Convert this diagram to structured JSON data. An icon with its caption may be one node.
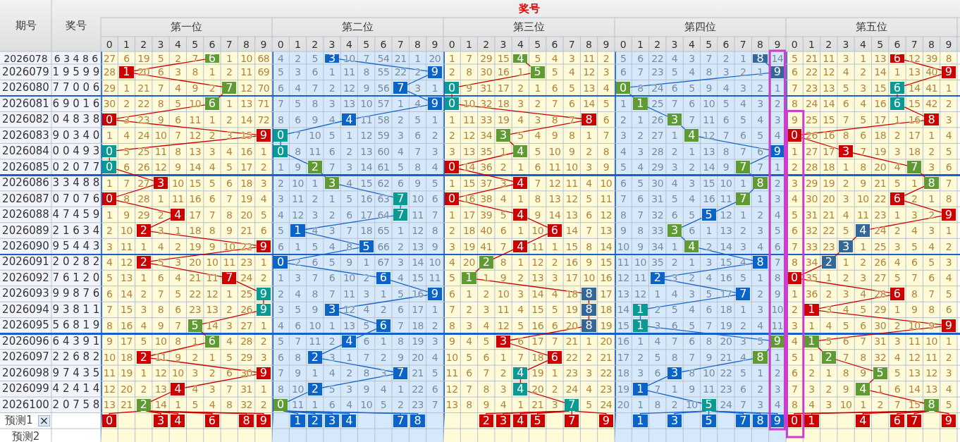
{
  "diagram": {
    "nodes": [
      {
        "text": [
          "6"
        ]
      },
      {
        "text": [
          "3"
        ]
      },
      {
        "text": [
          "4"
        ]
      },
      {
        "text": [
          "8"
        ]
      },
      {
        "text": [
          "6"
        ]
      },
      {
        "text": [
          "1"
        ]
      },
      {
        "text": [
          "9"
        ]
      },
      {
        "text": [
          "5"
        ]
      },
      {
        "text": [
          "9"
        ]
      },
      {
        "text": [
          "9"
        ]
      },
      {
        "text": [
          "7"
        ]
      },
      {
        "text": [
          "7"
        ]
      },
      {
        "text": [
          "0"
        ]
      },
      {
        "text": [
          "0"
        ]
      },
      {
        "text": [
          "6"
        ]
      },
      {
        "text": [
          "6"
        ]
      },
      {
        "text": [
          "9"
        ]
      },
      {
        "text": [
          "0"
        ]
      },
      {
        "text": [
          "1"
        ]
      },
      {
        "text": [
          "6"
        ]
      },
      {
        "text": [
          "0"
        ]
      },
      {
        "text": [
          "4"
        ]
      },
      {
        "text": [
          "8"
        ]
      },
      {
        "text": [
          "3"
        ]
      },
      {
        "text": [
          "8"
        ]
      },
      {
        "text": [
          "9"
        ]
      },
      {
        "text": [
          "0"
        ]
      },
      {
        "text": [
          "3"
        ]
      },
      {
        "text": [
          "4"
        ]
      },
      {
        "text": [
          "0"
        ]
      },
      {
        "text": [
          "0"
        ]
      },
      {
        "text": [
          "0"
        ]
      },
      {
        "text": [
          "4"
        ]
      },
      {
        "text": [
          "9"
        ]
      },
      {
        "text": [
          "3"
        ]
      },
      {
        "text": [
          "0"
        ]
      },
      {
        "text": [
          "2"
        ]
      },
      {
        "text": [
          "0"
        ]
      },
      {
        "text": [
          "7"
        ]
      },
      {
        "text": [
          "7"
        ]
      },
      {
        "text": [
          "3"
        ]
      },
      {
        "text": [
          "3"
        ]
      },
      {
        "text": [
          "4"
        ]
      },
      {
        "text": [
          "8"
        ]
      },
      {
        "text": [
          "8"
        ]
      },
      {
        "text": [
          "0"
        ]
      },
      {
        "text": [
          "7"
        ]
      },
      {
        "text": [
          "0"
        ]
      },
      {
        "text": [
          "7"
        ]
      },
      {
        "text": [
          "6"
        ]
      },
      {
        "text": [
          "4"
        ]
      },
      {
        "text": [
          "7"
        ]
      },
      {
        "text": [
          "4"
        ]
      },
      {
        "text": [
          "5"
        ]
      },
      {
        "text": [
          "9"
        ]
      },
      {
        "text": [
          "2"
        ]
      },
      {
        "text": [
          "1"
        ]
      },
      {
        "text": [
          "6"
        ]
      },
      {
        "text": [
          "3"
        ]
      },
      {
        "text": [
          "4"
        ]
      },
      {
        "text": [
          "9"
        ]
      },
      {
        "text": [
          "5"
        ]
      },
      {
        "text": [
          "4"
        ]
      },
      {
        "text": [
          "4"
        ]
      },
      {
        "text": [
          "3"
        ]
      },
      {
        "text": [
          "2"
        ]
      },
      {
        "text": [
          "0"
        ]
      },
      {
        "text": [
          "2"
        ]
      },
      {
        "text": [
          "8"
        ]
      },
      {
        "text": [
          "2"
        ]
      },
      {
        "text": [
          "7"
        ]
      },
      {
        "text": [
          "6"
        ]
      },
      {
        "text": [
          "1"
        ]
      },
      {
        "text": [
          "2"
        ]
      },
      {
        "text": [
          "0"
        ]
      },
      {
        "text": [
          "9"
        ]
      },
      {
        "text": [
          "9"
        ]
      },
      {
        "text": [
          "8"
        ]
      },
      {
        "text": [
          "7"
        ]
      },
      {
        "text": [
          "6"
        ]
      },
      {
        "text": [
          "9"
        ]
      },
      {
        "text": [
          "3"
        ]
      },
      {
        "text": [
          "8"
        ]
      },
      {
        "text": [
          "1"
        ]
      },
      {
        "text": [
          "1"
        ]
      },
      {
        "text": [
          "5"
        ]
      },
      {
        "text": [
          "6"
        ]
      },
      {
        "text": [
          "8"
        ]
      },
      {
        "text": [
          "1"
        ]
      },
      {
        "text": [
          "9"
        ]
      },
      {
        "text": [
          "6"
        ]
      },
      {
        "text": [
          "4"
        ]
      },
      {
        "text": [
          "3"
        ]
      },
      {
        "text": [
          "9"
        ]
      },
      {
        "text": [
          "1"
        ]
      },
      {
        "text": [
          "2"
        ]
      },
      {
        "text": [
          "2"
        ]
      },
      {
        "text": [
          "6"
        ]
      },
      {
        "text": [
          "8"
        ]
      },
      {
        "text": [
          "2"
        ]
      },
      {
        "text": [
          "9"
        ]
      },
      {
        "text": [
          "7"
        ]
      },
      {
        "text": [
          "4"
        ]
      },
      {
        "text": [
          "3"
        ]
      },
      {
        "text": [
          "5"
        ]
      },
      {
        "text": [
          "4"
        ]
      },
      {
        "text": [
          "2"
        ]
      },
      {
        "text": [
          "4"
        ]
      },
      {
        "text": [
          "1"
        ]
      },
      {
        "text": [
          "4"
        ]
      },
      {
        "text": [
          "2"
        ]
      },
      {
        "text": [
          "0"
        ]
      },
      {
        "text": [
          "7"
        ]
      },
      {
        "text": [
          "5"
        ]
      },
      {
        "text": [
          "8"
        ]
      },
      {
        "text": [
          "0"
        ]
      },
      {
        "text": [
          "3"
        ]
      },
      {
        "text": [
          "4"
        ]
      },
      {
        "text": [
          "6"
        ]
      },
      {
        "text": [
          "8"
        ]
      },
      {
        "text": [
          "9"
        ]
      },
      {
        "text": [
          "1"
        ]
      },
      {
        "text": [
          "2"
        ]
      },
      {
        "text": [
          "3"
        ]
      },
      {
        "text": [
          "4"
        ]
      },
      {
        "text": [
          "7"
        ]
      },
      {
        "text": [
          "8"
        ]
      },
      {
        "text": [
          "2"
        ]
      },
      {
        "text": [
          "3"
        ]
      },
      {
        "text": [
          "4"
        ]
      },
      {
        "text": [
          "5"
        ]
      },
      {
        "text": [
          "7"
        ]
      },
      {
        "text": [
          "9"
        ]
      },
      {
        "text": [
          "1"
        ]
      },
      {
        "text": [
          "3"
        ]
      },
      {
        "text": [
          "5"
        ]
      },
      {
        "text": [
          "7"
        ]
      },
      {
        "text": [
          "8"
        ]
      },
      {
        "text": [
          "9"
        ]
      },
      {
        "text": [
          "0"
        ]
      },
      {
        "text": [
          "1"
        ]
      },
      {
        "text": [
          "4"
        ]
      },
      {
        "text": [
          "6"
        ]
      },
      {
        "text": [
          "7"
        ]
      },
      {
        "text": [
          "9"
        ]
      }
    ],
    "edges": [
      {
        "from": 0,
        "to": 5,
        "arrow": "none"
      },
      {
        "from": 1,
        "to": 6,
        "arrow": "none",
        "color": "#1a66cc"
      },
      {
        "from": 2,
        "to": 7,
        "arrow": "none"
      },
      {
        "from": 3,
        "to": 8,
        "arrow": "none",
        "color": "#1a66cc"
      },
      {
        "from": 4,
        "to": 9,
        "arrow": "none"
      },
      {
        "from": 5,
        "to": 10,
        "arrow": "none"
      },
      {
        "from": 6,
        "to": 11,
        "arrow": "none",
        "color": "#1a66cc"
      },
      {
        "from": 7,
        "to": 12,
        "arrow": "none"
      },
      {
        "from": 8,
        "to": 13,
        "arrow": "none",
        "color": "#1a66cc"
      },
      {
        "from": 9,
        "to": 14,
        "arrow": "none"
      },
      {
        "from": 10,
        "to": 15,
        "arrow": "none"
      },
      {
        "from": 11,
        "to": 16,
        "arrow": "none",
        "color": "#1a66cc"
      },
      {
        "from": 12,
        "to": 17,
        "arrow": "none"
      },
      {
        "from": 13,
        "to": 18,
        "arrow": "none",
        "color": "#1a66cc"
      },
      {
        "from": 14,
        "to": 19,
        "arrow": "none"
      },
      {
        "from": 15,
        "to": 20,
        "arrow": "none"
      },
      {
        "from": 16,
        "to": 21,
        "arrow": "none",
        "color": "#1a66cc"
      },
      {
        "from": 17,
        "to": 22,
        "arrow": "none"
      },
      {
        "from": 18,
        "to": 23,
        "arrow": "none",
        "color": "#1a66cc"
      },
      {
        "from": 19,
        "to": 24,
        "arrow": "none"
      },
      {
        "from": 20,
        "to": 25,
        "arrow": "none"
      },
      {
        "from": 21,
        "to": 26,
        "arrow": "none",
        "color": "#1a66cc"
      },
      {
        "from": 22,
        "to": 27,
        "arrow": "none"
      },
      {
        "from": 23,
        "to": 28,
        "arrow": "none",
        "color": "#1a66cc"
      },
      {
        "from": 24,
        "to": 29,
        "arrow": "none"
      },
      {
        "from": 25,
        "to": 30,
        "arrow": "none"
      },
      {
        "from": 26,
        "to": 31,
        "arrow": "none",
        "color": "#1a66cc"
      },
      {
        "from": 27,
        "to": 32,
        "arrow": "none"
      },
      {
        "from": 28,
        "to": 33,
        "arrow": "none",
        "color": "#1a66cc"
      },
      {
        "from": 29,
        "to": 34,
        "arrow": "none"
      },
      {
        "from": 30,
        "to": 35,
        "arrow": "none"
      },
      {
        "from": 31,
        "to": 36,
        "arrow": "none",
        "color": "#1a66cc"
      },
      {
        "from": 32,
        "to": 37,
        "arrow": "none"
      },
      {
        "from": 33,
        "to": 38,
        "arrow": "none",
        "color": "#1a66cc"
      },
      {
        "from": 34,
        "to": 39,
        "arrow": "none"
      },
      {
        "from": 35,
        "to": 40,
        "arrow": "none"
      },
      {
        "from": 36,
        "to": 41,
        "arrow": "none",
        "color": "#1a66cc"
      },
      {
        "from": 37,
        "to": 42,
        "arrow": "none"
      },
      {
        "from": 38,
        "to": 43,
        "arrow": "none",
        "color": "#1a66cc"
      },
      {
        "from": 39,
        "to": 44,
        "arrow": "none"
      },
      {
        "from": 40,
        "to": 45,
        "arrow": "none"
      },
      {
        "from": 41,
        "to": 46,
        "arrow": "none",
        "color": "#1a66cc"
      },
      {
        "from": 42,
        "to": 47,
        "arrow": "none"
      },
      {
        "from": 43,
        "to": 48,
        "arrow": "none",
        "color": "#1a66cc"
      },
      {
        "from": 44,
        "to": 49,
        "arrow": "none"
      },
      {
        "from": 45,
        "to": 50,
        "arrow": "none"
      },
      {
        "from": 46,
        "to": 51,
        "arrow": "none",
        "color": "#1a66cc"
      },
      {
        "from": 47,
        "to": 52,
        "arrow": "none"
      },
      {
        "from": 48,
        "to": 53,
        "arrow": "none",
        "color": "#1a66cc"
      },
      {
        "from": 49,
        "to": 54,
        "arrow": "none"
      },
      {
        "from": 50,
        "to": 55,
        "arrow": "none"
      },
      {
        "from": 51,
        "to": 56,
        "arrow": "none",
        "color": "#1a66cc"
      },
      {
        "from": 52,
        "to": 57,
        "arrow": "none"
      },
      {
        "from": 53,
        "to": 58,
        "arrow": "none",
        "color": "#1a66cc"
      },
      {
        "from": 54,
        "to": 59,
        "arrow": "none"
      },
      {
        "from": 55,
        "to": 60,
        "arrow": "none"
      },
      {
        "from": 56,
        "to": 61,
        "arrow": "none",
        "color": "#1a66cc"
      },
      {
        "from": 57,
        "to": 62,
        "arrow": "none"
      },
      {
        "from": 58,
        "to": 63,
        "arrow": "none",
        "color": "#1a66cc"
      },
      {
        "from": 59,
        "to": 64,
        "arrow": "none"
      },
      {
        "from": 60,
        "to": 65,
        "arrow": "none"
      },
      {
        "from": 61,
        "to": 66,
        "arrow": "none",
        "color": "#1a66cc"
      },
      {
        "from": 62,
        "to": 67,
        "arrow": "none"
      },
      {
        "from": 63,
        "to": 68,
        "arrow": "none",
        "color": "#1a66cc"
      },
      {
        "from": 64,
        "to": 69,
        "arrow": "none"
      },
      {
        "from": 65,
        "to": 70,
        "arrow": "none"
      },
      {
        "from": 66,
        "to": 71,
        "arrow": "none",
        "color": "#1a66cc"
      },
      {
        "from": 67,
        "to": 72,
        "arrow": "none"
      },
      {
        "from": 68,
        "to": 73,
        "arrow": "none",
        "color": "#1a66cc"
      },
      {
        "from": 69,
        "to": 74,
        "arrow": "none"
      },
      {
        "from": 70,
        "to": 75,
        "arrow": "none"
      },
      {
        "from": 71,
        "to": 76,
        "arrow": "none",
        "color": "#1a66cc"
      },
      {
        "from": 72,
        "to": 77,
        "arrow": "none"
      },
      {
        "from": 73,
        "to": 78,
        "arrow": "none",
        "color": "#1a66cc"
      },
      {
        "from": 74,
        "to": 79,
        "arrow": "none"
      },
      {
        "from": 75,
        "to": 80,
        "arrow": "none"
      },
      {
        "from": 76,
        "to": 81,
        "arrow": "none",
        "color": "#1a66cc"
      },
      {
        "from": 77,
        "to": 82,
        "arrow": "none"
      },
      {
        "from": 78,
        "to": 83,
        "arrow": "none",
        "color": "#1a66cc"
      },
      {
        "from": 79,
        "to": 84,
        "arrow": "none"
      },
      {
        "from": 80,
        "to": 85,
        "arrow": "none"
      },
      {
        "from": 81,
        "to": 86,
        "arrow": "none",
        "color": "#1a66cc"
      },
      {
        "from": 82,
        "to": 87,
        "arrow": "none"
      },
      {
        "from": 83,
        "to": 88,
        "arrow": "none",
        "color": "#1a66cc"
      },
      {
        "from": 84,
        "to": 89,
        "arrow": "none"
      },
      {
        "from": 85,
        "to": 90,
        "arrow": "none"
      },
      {
        "from": 86,
        "to": 91,
        "arrow": "none",
        "color": "#1a66cc"
      },
      {
        "from": 87,
        "to": 92,
        "arrow": "none"
      },
      {
        "from": 88,
        "to": 93,
        "arrow": "none",
        "color": "#1a66cc"
      },
      {
        "from": 89,
        "to": 94,
        "arrow": "none"
      },
      {
        "from": 90,
        "to": 95,
        "arrow": "none"
      },
      {
        "from": 91,
        "to": 96,
        "arrow": "none",
        "color": "#1a66cc"
      },
      {
        "from": 92,
        "to": 97,
        "arrow": "none"
      },
      {
        "from": 93,
        "to": 98,
        "arrow": "none",
        "color": "#1a66cc"
      },
      {
        "from": 94,
        "to": 99,
        "arrow": "none"
      },
      {
        "from": 95,
        "to": 100,
        "arrow": "none"
      },
      {
        "from": 96,
        "to": 101,
        "arrow": "none",
        "color": "#1a66cc"
      },
      {
        "from": 97,
        "to": 102,
        "arrow": "none"
      },
      {
        "from": 98,
        "to": 103,
        "arrow": "none",
        "color": "#1a66cc"
      },
      {
        "from": 99,
        "to": 104,
        "arrow": "none"
      },
      {
        "from": 100,
        "to": 105,
        "arrow": "none"
      },
      {
        "from": 101,
        "to": 106,
        "arrow": "none",
        "color": "#1a66cc"
      },
      {
        "from": 102,
        "to": 107,
        "arrow": "none"
      },
      {
        "from": 103,
        "to": 108,
        "arrow": "none",
        "color": "#1a66cc"
      },
      {
        "from": 104,
        "to": 109,
        "arrow": "none"
      },
      {
        "from": 105,
        "to": 110,
        "arrow": "none"
      },
      {
        "from": 106,
        "to": 111,
        "arrow": "none",
        "color": "#1a66cc"
      },
      {
        "from": 107,
        "to": 112,
        "arrow": "none"
      },
      {
        "from": 108,
        "to": 113,
        "arrow": "none",
        "color": "#1a66cc"
      },
      {
        "from": 109,
        "to": 114,
        "arrow": "none"
      },
      {
        "from": 110,
        "to": 115,
        "arrow": "none"
      },
      {
        "from": 110,
        "to": 116,
        "arrow": "none"
      },
      {
        "from": 110,
        "to": 117,
        "arrow": "none"
      },
      {
        "from": 110,
        "to": 118,
        "arrow": "none"
      },
      {
        "from": 110,
        "to": 119,
        "arrow": "none"
      },
      {
        "from": 110,
        "to": 120,
        "arrow": "none"
      },
      {
        "from": 111,
        "to": 121,
        "arrow": "none",
        "color": "#1a66cc"
      },
      {
        "from": 111,
        "to": 122,
        "arrow": "none",
        "color": "#1a66cc"
      },
      {
        "from": 111,
        "to": 123,
        "arrow": "none",
        "color": "#1a66cc"
      },
      {
        "from": 111,
        "to": 124,
        "arrow": "none",
        "color": "#1a66cc"
      },
      {
        "from": 111,
        "to": 125,
        "arrow": "none",
        "color": "#1a66cc"
      },
      {
        "from": 111,
        "to": 126,
        "arrow": "none",
        "color": "#1a66cc"
      },
      {
        "from": 112,
        "to": 127,
        "arrow": "none"
      },
      {
        "from": 112,
        "to": 128,
        "arrow": "none"
      },
      {
        "from": 112,
        "to": 129,
        "arrow": "none"
      },
      {
        "from": 112,
        "to": 130,
        "arrow": "none"
      },
      {
        "from": 112,
        "to": 131,
        "arrow": "none"
      },
      {
        "from": 112,
        "to": 132,
        "arrow": "none"
      },
      {
        "from": 113,
        "to": 133,
        "arrow": "none",
        "color": "#1a66cc"
      },
      {
        "from": 113,
        "to": 134,
        "arrow": "none",
        "color": "#1a66cc"
      },
      {
        "from": 113,
        "to": 135,
        "arrow": "none",
        "color": "#1a66cc"
      },
      {
        "from": 113,
        "to": 136,
        "arrow": "none",
        "color": "#1a66cc"
      },
      {
        "from": 113,
        "to": 137,
        "arrow": "none",
        "color": "#1a66cc"
      },
      {
        "from": 113,
        "to": 138,
        "arrow": "none",
        "color": "#1a66cc"
      },
      {
        "from": 114,
        "to": 139,
        "arrow": "none"
      },
      {
        "from": 114,
        "to": 140,
        "arrow": "none"
      },
      {
        "from": 114,
        "to": 141,
        "arrow": "none"
      },
      {
        "from": 114,
        "to": 142,
        "arrow": "none"
      },
      {
        "from": 114,
        "to": 143,
        "arrow": "none"
      },
      {
        "from": 114,
        "to": 144,
        "arrow": "none"
      }
    ],
    "labels": [
      "期号",
      "奖号",
      "奖号",
      "第一位",
      "第二位",
      "第三位",
      "第四位",
      "第五位",
      "0",
      "1",
      "2",
      "3",
      "4",
      "5",
      "6",
      "7",
      "8",
      "9",
      "0",
      "1",
      "2",
      "3",
      "4",
      "5",
      "6",
      "7",
      "8",
      "9",
      "0",
      "1",
      "2",
      "3",
      "4",
      "5",
      "6",
      "7",
      "8",
      "9",
      "0",
      "1",
      "2",
      "3",
      "4",
      "5",
      "6",
      "7",
      "8",
      "9",
      "0",
      "1",
      "2",
      "3",
      "4",
      "5",
      "6",
      "7",
      "8",
      "9",
      "2026078",
      "6 3 4 8 6",
      "27",
      "6",
      "19",
      "5",
      "2",
      "7",
      "1",
      "10",
      "68",
      "4",
      "2",
      "5",
      "10",
      "7",
      "54",
      "21",
      "1",
      "20",
      "1",
      "7",
      "29",
      "15",
      "5",
      "4",
      "3",
      "11",
      "2",
      "5",
      "6",
      "22",
      "4",
      "3",
      "7",
      "2",
      "1",
      "14",
      "5",
      "21",
      "11",
      "3",
      "1",
      "13",
      "12",
      "39",
      "8",
      "2026079",
      "1 9 5 9 9",
      "28",
      "20",
      "6",
      "3",
      "8",
      "1",
      "2",
      "11",
      "69",
      "5",
      "3",
      "6",
      "1",
      "11",
      "8",
      "55",
      "22",
      "2",
      "2",
      "8",
      "30",
      "16",
      "1",
      "5",
      "4",
      "12",
      "3",
      "6",
      "7",
      "23",
      "5",
      "4",
      "8",
      "3",
      "2",
      "1",
      "6",
      "22",
      "12",
      "4",
      "2",
      "14",
      "1",
      "13",
      "40",
      "2026080",
      "7 7 0 0 6",
      "29",
      "1",
      "21",
      "7",
      "4",
      "9",
      "2",
      "12",
      "70",
      "6",
      "4",
      "7",
      "2",
      "12",
      "9",
      "56",
      "3",
      "1",
      "9",
      "31",
      "17",
      "2",
      "1",
      "6",
      "5",
      "13",
      "4",
      "8",
      "24",
      "6",
      "5",
      "9",
      "4",
      "3",
      "2",
      "1",
      "7",
      "23",
      "13",
      "5",
      "3",
      "15",
      "14",
      "41",
      "1",
      "2026081",
      "6 9 0 1 6",
      "30",
      "2",
      "22",
      "8",
      "5",
      "10",
      "1",
      "13",
      "71",
      "7",
      "5",
      "8",
      "3",
      "13",
      "10",
      "57",
      "1",
      "4",
      "10",
      "32",
      "18",
      "3",
      "2",
      "7",
      "6",
      "14",
      "5",
      "1",
      "25",
      "7",
      "6",
      "10",
      "5",
      "4",
      "3",
      "2",
      "8",
      "24",
      "14",
      "6",
      "4",
      "16",
      "15",
      "42",
      "2",
      "2026082",
      "0 4 8 3 8",
      "3",
      "23",
      "9",
      "6",
      "11",
      "1",
      "2",
      "14",
      "72",
      "8",
      "6",
      "9",
      "4",
      "11",
      "58",
      "2",
      "5",
      "1",
      "1",
      "11",
      "33",
      "19",
      "4",
      "3",
      "8",
      "7",
      "6",
      "2",
      "1",
      "26",
      "7",
      "11",
      "6",
      "5",
      "4",
      "3",
      "9",
      "25",
      "15",
      "7",
      "5",
      "17",
      "1",
      "16",
      "3",
      "2026083",
      "9 0 3 4 0",
      "1",
      "4",
      "24",
      "10",
      "7",
      "12",
      "2",
      "3",
      "15",
      "7",
      "10",
      "5",
      "1",
      "12",
      "59",
      "3",
      "6",
      "2",
      "2",
      "12",
      "34",
      "5",
      "4",
      "9",
      "8",
      "1",
      "7",
      "3",
      "2",
      "27",
      "1",
      "12",
      "7",
      "6",
      "5",
      "4",
      "26",
      "16",
      "8",
      "6",
      "18",
      "2",
      "17",
      "1",
      "4",
      "2026084",
      "0 0 4 9 3",
      "5",
      "25",
      "11",
      "8",
      "13",
      "3",
      "4",
      "16",
      "1",
      "8",
      "11",
      "6",
      "2",
      "13",
      "60",
      "4",
      "7",
      "3",
      "3",
      "13",
      "35",
      "1",
      "5",
      "10",
      "9",
      "2",
      "8",
      "4",
      "3",
      "28",
      "2",
      "1",
      "13",
      "8",
      "7",
      "6",
      "1",
      "27",
      "17",
      "7",
      "19",
      "3",
      "18",
      "2",
      "5",
      "2026085",
      "0 2 0 7 7",
      "6",
      "26",
      "12",
      "9",
      "14",
      "4",
      "5",
      "17",
      "2",
      "1",
      "9",
      "7",
      "3",
      "14",
      "61",
      "5",
      "8",
      "4",
      "14",
      "36",
      "2",
      "1",
      "6",
      "11",
      "10",
      "3",
      "9",
      "5",
      "4",
      "29",
      "3",
      "2",
      "14",
      "9",
      "7",
      "1",
      "2",
      "28",
      "18",
      "1",
      "8",
      "20",
      "4",
      "3",
      "6",
      "2026086",
      "3 3 4 8 8",
      "1",
      "7",
      "27",
      "10",
      "15",
      "5",
      "6",
      "18",
      "3",
      "2",
      "10",
      "1",
      "4",
      "15",
      "62",
      "6",
      "9",
      "5",
      "1",
      "15",
      "37",
      "3",
      "7",
      "12",
      "11",
      "4",
      "10",
      "6",
      "5",
      "30",
      "4",
      "3",
      "15",
      "10",
      "1",
      "2",
      "3",
      "29",
      "19",
      "2",
      "9",
      "21",
      "5",
      "1",
      "7",
      "2026087",
      "0 7 0 7 6",
      "8",
      "28",
      "1",
      "11",
      "16",
      "6",
      "7",
      "19",
      "4",
      "3",
      "11",
      "2",
      "1",
      "5",
      "16",
      "63",
      "10",
      "6",
      "16",
      "38",
      "4",
      "1",
      "8",
      "13",
      "12",
      "5",
      "11",
      "7",
      "6",
      "31",
      "5",
      "4",
      "16",
      "11",
      "1",
      "3",
      "4",
      "30",
      "20",
      "3",
      "10",
      "22",
      "2",
      "1",
      "8",
      "2026088",
      "4 7 4 5 9",
      "1",
      "9",
      "29",
      "2",
      "17",
      "7",
      "8",
      "20",
      "5",
      "4",
      "12",
      "3",
      "2",
      "6",
      "17",
      "64",
      "11",
      "7",
      "1",
      "17",
      "39",
      "5",
      "9",
      "14",
      "13",
      "6",
      "12",
      "8",
      "7",
      "32",
      "6",
      "5",
      "12",
      "1",
      "2",
      "4",
      "5",
      "31",
      "21",
      "4",
      "11",
      "23",
      "1",
      "3",
      "2",
      "2026089",
      "2 1 6 3 4",
      "2",
      "10",
      "3",
      "1",
      "18",
      "8",
      "9",
      "21",
      "6",
      "5",
      "4",
      "3",
      "7",
      "18",
      "65",
      "1",
      "12",
      "8",
      "2",
      "18",
      "40",
      "6",
      "1",
      "10",
      "14",
      "7",
      "13",
      "9",
      "8",
      "33",
      "6",
      "1",
      "13",
      "2",
      "3",
      "5",
      "6",
      "32",
      "22",
      "5",
      "24",
      "2",
      "4",
      "3",
      "1",
      "2026090",
      "9 5 4 4 3",
      "3",
      "11",
      "1",
      "4",
      "2",
      "19",
      "9",
      "10",
      "22",
      "6",
      "1",
      "5",
      "4",
      "8",
      "66",
      "2",
      "13",
      "9",
      "3",
      "19",
      "41",
      "7",
      "11",
      "1",
      "15",
      "8",
      "14",
      "10",
      "9",
      "34",
      "1",
      "2",
      "14",
      "3",
      "4",
      "6",
      "7",
      "33",
      "23",
      "1",
      "25",
      "3",
      "5",
      "4",
      "2",
      "2026091",
      "2 0 2 8 2",
      "4",
      "12",
      "5",
      "3",
      "20",
      "10",
      "11",
      "23",
      "1",
      "2",
      "6",
      "5",
      "9",
      "1",
      "67",
      "3",
      "14",
      "10",
      "4",
      "20",
      "8",
      "1",
      "12",
      "2",
      "16",
      "9",
      "15",
      "11",
      "10",
      "35",
      "2",
      "1",
      "3",
      "15",
      "4",
      "7",
      "8",
      "34",
      "1",
      "2",
      "26",
      "4",
      "6",
      "5",
      "3",
      "2026092",
      "7 6 1 2 0",
      "5",
      "13",
      "1",
      "6",
      "4",
      "21",
      "11",
      "24",
      "2",
      "1",
      "3",
      "7",
      "6",
      "10",
      "2",
      "4",
      "15",
      "11",
      "5",
      "1",
      "9",
      "2",
      "13",
      "3",
      "17",
      "10",
      "16",
      "12",
      "11",
      "3",
      "2",
      "4",
      "16",
      "5",
      "1",
      "8",
      "35",
      "1",
      "2",
      "3",
      "27",
      "5",
      "7",
      "6",
      "4",
      "2026093",
      "9 9 8 7 6",
      "6",
      "14",
      "2",
      "7",
      "5",
      "22",
      "12",
      "1",
      "25",
      "2",
      "4",
      "8",
      "7",
      "11",
      "3",
      "1",
      "5",
      "16",
      "6",
      "1",
      "2",
      "10",
      "3",
      "14",
      "4",
      "18",
      "17",
      "13",
      "12",
      "1",
      "4",
      "3",
      "5",
      "17",
      "2",
      "9",
      "1",
      "36",
      "2",
      "3",
      "4",
      "28",
      "8",
      "7",
      "5",
      "2026094",
      "9 3 8 1 1",
      "7",
      "15",
      "3",
      "8",
      "6",
      "23",
      "13",
      "2",
      "26",
      "3",
      "5",
      "9",
      "12",
      "4",
      "2",
      "6",
      "17",
      "1",
      "7",
      "2",
      "3",
      "11",
      "4",
      "15",
      "5",
      "19",
      "18",
      "14",
      "2",
      "5",
      "4",
      "6",
      "18",
      "1",
      "3",
      "10",
      "2",
      "3",
      "4",
      "5",
      "29",
      "1",
      "9",
      "8",
      "6",
      "2026095",
      "5 6 8 1 9",
      "8",
      "16",
      "4",
      "9",
      "7",
      "14",
      "3",
      "27",
      "1",
      "4",
      "6",
      "10",
      "1",
      "13",
      "5",
      "7",
      "18",
      "2",
      "8",
      "3",
      "4",
      "12",
      "5",
      "16",
      "6",
      "20",
      "19",
      "15",
      "3",
      "6",
      "5",
      "7",
      "19",
      "2",
      "4",
      "11",
      "3",
      "1",
      "4",
      "5",
      "6",
      "30",
      "2",
      "10",
      "9",
      "2026096",
      "6 4 3 9 1",
      "9",
      "17",
      "5",
      "10",
      "8",
      "1",
      "4",
      "28",
      "2",
      "5",
      "7",
      "11",
      "2",
      "6",
      "1",
      "8",
      "19",
      "3",
      "9",
      "4",
      "5",
      "6",
      "17",
      "7",
      "21",
      "1",
      "20",
      "16",
      "1",
      "4",
      "7",
      "6",
      "8",
      "20",
      "3",
      "5",
      "4",
      "5",
      "6",
      "7",
      "31",
      "3",
      "11",
      "10",
      "1",
      "2026097",
      "2 2 6 8 2",
      "10",
      "18",
      "11",
      "9",
      "2",
      "1",
      "5",
      "29",
      "3",
      "6",
      "8",
      "3",
      "1",
      "7",
      "2",
      "9",
      "20",
      "4",
      "10",
      "5",
      "6",
      "1",
      "7",
      "18",
      "22",
      "2",
      "21",
      "17",
      "2",
      "5",
      "8",
      "7",
      "9",
      "21",
      "4",
      "1",
      "5",
      "1",
      "7",
      "8",
      "32",
      "4",
      "12",
      "11",
      "2",
      "2026098",
      "9 7 4 3 5",
      "11",
      "19",
      "1",
      "12",
      "10",
      "3",
      "2",
      "6",
      "30",
      "7",
      "9",
      "1",
      "4",
      "2",
      "8",
      "3",
      "21",
      "5",
      "11",
      "6",
      "7",
      "2",
      "19",
      "1",
      "23",
      "3",
      "22",
      "18",
      "3",
      "6",
      "8",
      "10",
      "22",
      "5",
      "1",
      "2",
      "6",
      "2",
      "1",
      "8",
      "9",
      "5",
      "13",
      "12",
      "3",
      "2026099",
      "4 2 4 1 4",
      "12",
      "20",
      "2",
      "13",
      "4",
      "3",
      "7",
      "31",
      "1",
      "8",
      "10",
      "5",
      "3",
      "9",
      "4",
      "1",
      "22",
      "6",
      "12",
      "7",
      "8",
      "3",
      "20",
      "2",
      "24",
      "4",
      "23",
      "19",
      "7",
      "1",
      "9",
      "11",
      "23",
      "6",
      "2",
      "3",
      "7",
      "3",
      "2",
      "9",
      "1",
      "6",
      "14",
      "13",
      "4",
      "2026100",
      "2 0 7 5 8",
      "13",
      "21",
      "14",
      "1",
      "5",
      "4",
      "8",
      "32",
      "2",
      "11",
      "1",
      "6",
      "4",
      "10",
      "5",
      "2",
      "23",
      "7",
      "13",
      "8",
      "9",
      "4",
      "1",
      "21",
      "3",
      "5",
      "24",
      "20",
      "1",
      "8",
      "2",
      "10",
      "24",
      "7",
      "3",
      "4",
      "8",
      "4",
      "3",
      "10",
      "1",
      "2",
      "7",
      "15",
      "5",
      "预测1",
      "预测2"
    ]
  }
}
